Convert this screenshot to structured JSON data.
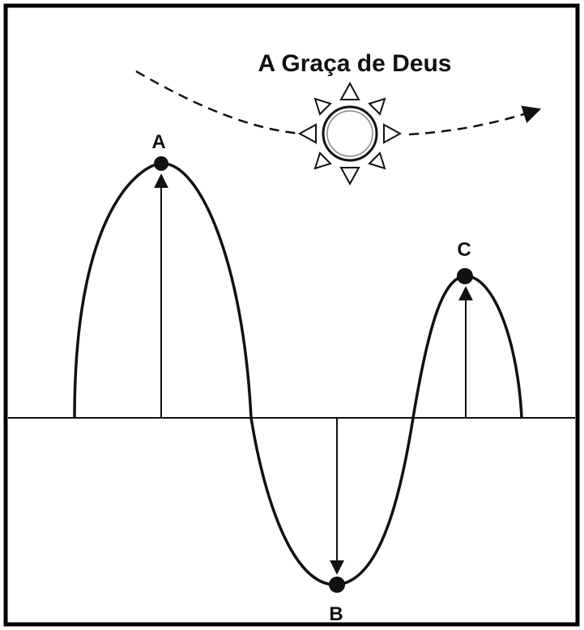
{
  "diagram": {
    "title": "A Graça de Deus",
    "points": {
      "a": {
        "label": "A"
      },
      "b": {
        "label": "B"
      },
      "c": {
        "label": "C"
      }
    },
    "icons": {
      "sun": "sun-icon",
      "path_arrow": "dashed-arrow-icon"
    },
    "colors": {
      "frame": "#000000",
      "stroke": "#111111",
      "background": "#ffffff"
    }
  }
}
